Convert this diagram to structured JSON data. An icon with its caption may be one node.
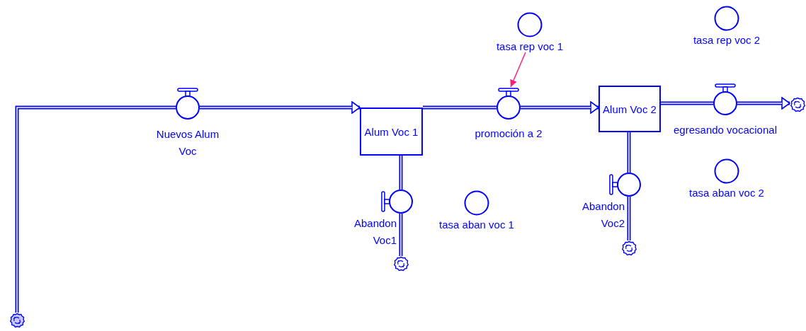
{
  "diagram": {
    "nodes": [
      {
        "text": [],
        "shape": "cloud"
      },
      {
        "text": [],
        "shape": "valve",
        "beside": [
          "Nuevos Alum Voc"
        ]
      },
      {
        "text": [
          "Alum Voc 1"
        ]
      },
      {
        "text": [],
        "shape": "valve",
        "beside": [
          "promoción a 2"
        ]
      },
      {
        "text": [
          "Alum Voc 2"
        ]
      },
      {
        "text": [],
        "shape": "valve",
        "beside": [
          "egresando vocacional"
        ]
      },
      {
        "text": [],
        "shape": "cloud"
      },
      {
        "text": [],
        "shape": "valve",
        "beside": [
          "Abandon Voc1"
        ]
      },
      {
        "text": [],
        "shape": "cloud"
      },
      {
        "text": [],
        "shape": "valve",
        "beside": [
          "Abandon Voc2"
        ]
      },
      {
        "text": [],
        "shape": "cloud"
      },
      {
        "text": [
          "tasa rep voc 1"
        ]
      },
      {
        "text": [
          "tasa rep voc 2"
        ]
      },
      {
        "text": [
          "tasa aban voc 1"
        ]
      },
      {
        "text": [
          "tasa aban voc 2"
        ]
      }
    ],
    "edges": [
      {
        "from": 0,
        "to": 1,
        "arrow": "none"
      },
      {
        "from": 1,
        "to": 2,
        "arrow": "to"
      },
      {
        "from": 2,
        "to": 3,
        "arrow": "none"
      },
      {
        "from": 3,
        "to": 4,
        "arrow": "to"
      },
      {
        "from": 4,
        "to": 5,
        "arrow": "none"
      },
      {
        "from": 5,
        "to": 6,
        "arrow": "to"
      },
      {
        "from": 2,
        "to": 7,
        "arrow": "none"
      },
      {
        "from": 7,
        "to": 8,
        "arrow": "none"
      },
      {
        "from": 4,
        "to": 9,
        "arrow": "none"
      },
      {
        "from": 9,
        "to": 10,
        "arrow": "none"
      },
      {
        "from": 11,
        "to": 3,
        "arrow": "to",
        "color": "#ff1e78"
      }
    ]
  }
}
